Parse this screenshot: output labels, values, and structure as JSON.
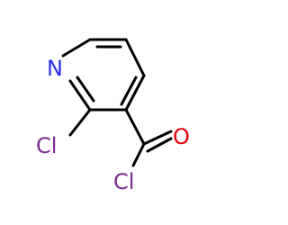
{
  "molecule": {
    "atoms": [
      {
        "id": "N1",
        "label": "N",
        "color": "#2F30E8"
      },
      {
        "id": "Cl_ring",
        "label": "Cl",
        "color": "#7C2A8F"
      },
      {
        "id": "O",
        "label": "O",
        "color": "#E8000B"
      },
      {
        "id": "Cl_acyl",
        "label": "Cl",
        "color": "#7C2A8F"
      }
    ],
    "bond_color": "#000000"
  }
}
